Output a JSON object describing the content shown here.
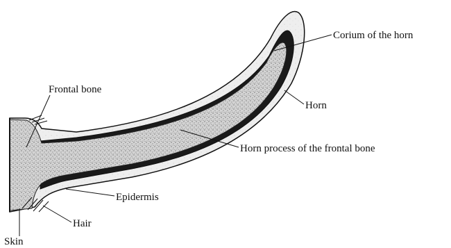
{
  "diagram": {
    "labels": {
      "corium": "Corium of the horn",
      "frontal_bone": "Frontal bone",
      "horn": "Horn",
      "horn_process": "Horn process of the frontal bone",
      "epidermis": "Epidermis",
      "hair": "Hair",
      "skin": "Skin"
    },
    "colors": {
      "ink": "#111111",
      "horn_fill": "#ececec",
      "bone_fill": "#cfcfcf",
      "corium_fill": "#1a1a1a"
    }
  }
}
